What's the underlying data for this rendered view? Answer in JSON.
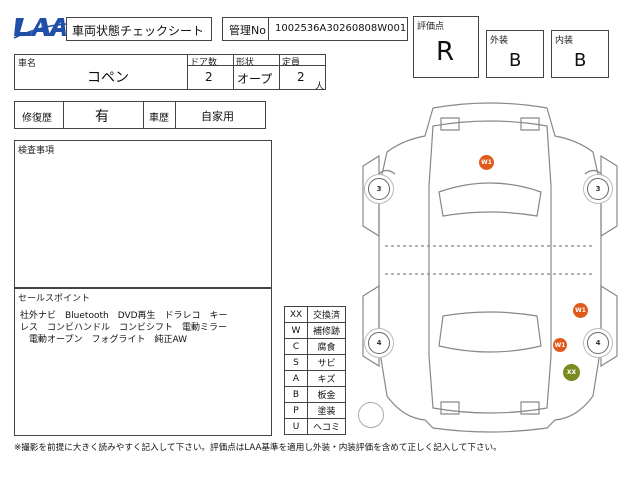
{
  "header": {
    "logo_text": "LAA",
    "title": "車両状態チェックシート",
    "mgmt_label": "管理No",
    "mgmt_value": "1002536A30260808W001"
  },
  "grades": {
    "score_label": "評価点",
    "score_value": "R",
    "exterior_label": "外装",
    "exterior_value": "B",
    "interior_label": "内装",
    "interior_value": "B"
  },
  "vehicle": {
    "name_label": "車名",
    "name_value": "コペン",
    "doors_label": "ドア数",
    "doors_value": "2",
    "shape_label": "形状",
    "shape_value": "オープ",
    "capacity_label": "定員",
    "capacity_value": "2",
    "capacity_unit": "人"
  },
  "history": {
    "repair_label": "修復歴",
    "repair_value": "有",
    "usage_label": "車歴",
    "usage_value": "自家用"
  },
  "inspection": {
    "label": "検査事項",
    "text": ""
  },
  "selling_points": {
    "label": "セールスポイント",
    "lines": [
      "社外ナビ　Bluetooth　DVD再生　ドラレコ　キー",
      "レス　コンビハンドル　コンビシフト　電動ミラー",
      "　電動オープン　フォグライト　純正AW"
    ]
  },
  "legend": [
    {
      "code": "XX",
      "meaning": "交換済"
    },
    {
      "code": "W",
      "meaning": "補修跡"
    },
    {
      "code": "C",
      "meaning": "腐食"
    },
    {
      "code": "S",
      "meaning": "サビ"
    },
    {
      "code": "A",
      "meaning": "キズ"
    },
    {
      "code": "B",
      "meaning": "板金"
    },
    {
      "code": "P",
      "meaning": "塗装"
    },
    {
      "code": "U",
      "meaning": "ヘコミ"
    }
  ],
  "diagram": {
    "tyres": [
      "3",
      "3",
      "4",
      "4"
    ],
    "marks": [
      {
        "text": "W1",
        "color": "#e05a1c"
      },
      {
        "text": "W1",
        "color": "#e05a1c"
      },
      {
        "text": "W1",
        "color": "#e05a1c"
      },
      {
        "text": "XX",
        "color": "#7a8a1e"
      }
    ]
  },
  "footer": {
    "note": "※撮影を前提に大きく読みやすく記入して下さい。評価点はLAA基準を適用し外装・内装評価を含めて正しく記入して下さい。"
  }
}
